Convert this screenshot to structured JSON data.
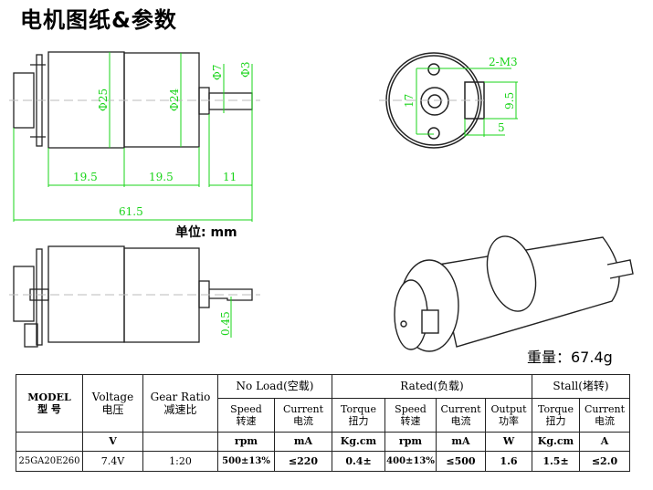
{
  "title": "电机图纸&参数",
  "unit_label": "单位: mm",
  "weight_label": "重量：67.4g",
  "drawing": {
    "front_dims": {
      "d25": "Φ25",
      "d24": "Φ24",
      "d7": "Φ7",
      "d3": "Φ3",
      "len1": "19.5",
      "len2": "19.5",
      "len3": "11",
      "total": "61.5"
    },
    "end_dims": {
      "thread": "2-M3",
      "spacing": "17",
      "height": "9.5",
      "width": "5"
    },
    "flat_dim": "0.45"
  },
  "table": {
    "model_header": [
      "MODEL",
      "型 号"
    ],
    "voltage_header": [
      "Voltage",
      "电压"
    ],
    "gear_header": [
      "Gear Ratio",
      "减速比"
    ],
    "group_no_load": "No Load(空载)",
    "group_rated": "Rated(负载)",
    "group_stall": "Stall(堵转)",
    "sub_headers": [
      [
        "Speed",
        "转速"
      ],
      [
        "Current",
        "电流"
      ],
      [
        "Torque",
        "扭力"
      ],
      [
        "Speed",
        "转速"
      ],
      [
        "Current",
        "电流"
      ],
      [
        "Output",
        "功率"
      ],
      [
        "Torque",
        "扭力"
      ],
      [
        "Current",
        "电流"
      ]
    ],
    "units": [
      "V",
      "",
      "rpm",
      "mA",
      "Kg.cm",
      "rpm",
      "mA",
      "W",
      "Kg.cm",
      "A"
    ],
    "row": [
      "25GA20E260",
      "7.4V",
      "1:20",
      "500±13%",
      "≤220",
      "0.4±",
      "400±13%",
      "≤500",
      "1.6",
      "1.5±",
      "≤2.0"
    ]
  },
  "colors": {
    "dimension": "#19d419",
    "line": "#222222"
  }
}
